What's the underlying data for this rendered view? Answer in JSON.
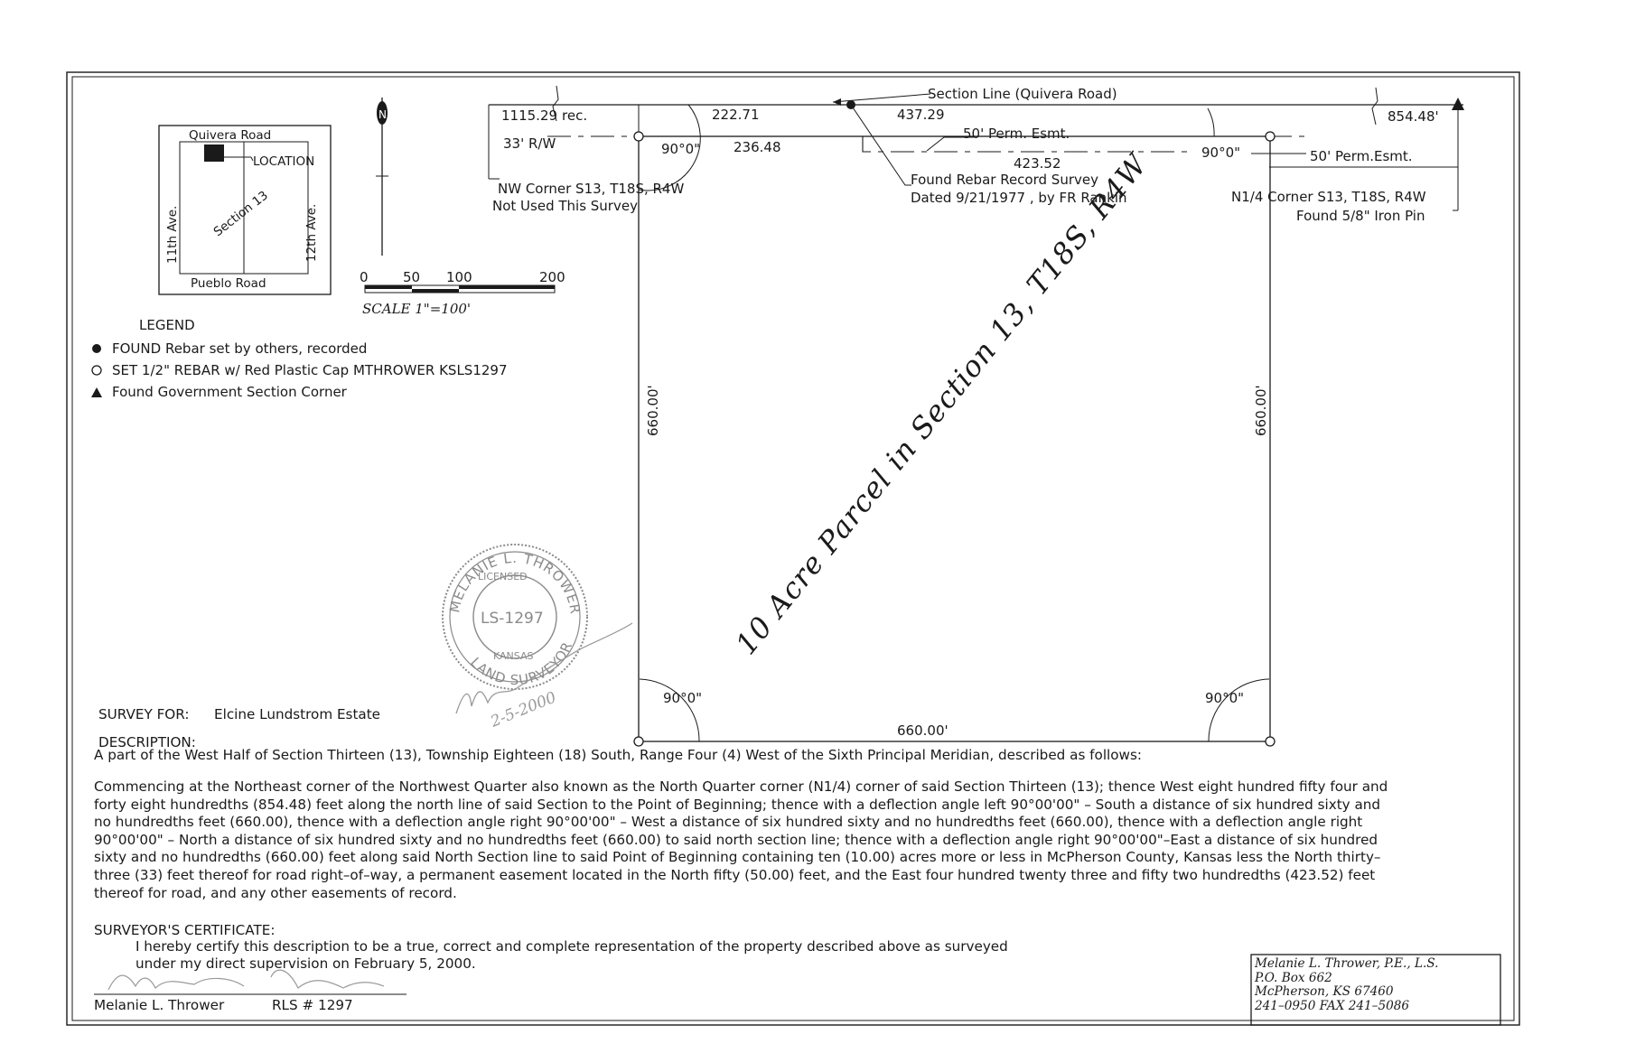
{
  "plat": {
    "labels": {
      "section_line": "Section Line (Quivera Road)",
      "rec_dist": "1115.29",
      "rec_suffix": "rec.",
      "row": "33' R/W",
      "dist_222": "222.71",
      "dist_437": "437.29",
      "dist_236": "236.48",
      "dist_423": "423.52",
      "dist_854": "854.48'",
      "perm_esmt_mid": "50' Perm. Esmt.",
      "perm_esmt_right": "50' Perm.Esmt.",
      "angle_nw": "90°0\"",
      "angle_ne": "90°0\"",
      "angle_sw": "90°0\"",
      "angle_se": "90°0\"",
      "west_side": "660.00'",
      "east_side": "660.00'",
      "south_side": "660.00'",
      "nw_corner_1": "NW Corner S13, T18S, R4W",
      "nw_corner_2": "Not Used This Survey",
      "found_rebar_1": "Found Rebar Record Survey",
      "found_rebar_2": "Dated 9/21/1977 , by FR Rankin",
      "n14_corner_1": "N1/4 Corner S13, T18S, R4W",
      "n14_corner_2": "Found 5/8\" Iron Pin",
      "parcel_title": "10 Acre Parcel in Section 13, T18S, R4W"
    },
    "location_map": {
      "north_road": "Quivera Road",
      "south_road": "Pueblo Road",
      "west_road": "11th Ave.",
      "east_road": "12th Ave.",
      "section": "Section 13",
      "location_tag": "LOCATION"
    },
    "scale": {
      "ticks": [
        "0",
        "50",
        "100",
        "200"
      ],
      "text": "SCALE 1\"=100'"
    },
    "legend": {
      "title": "LEGEND",
      "items": [
        "FOUND Rebar set by others, recorded",
        "SET 1/2\" REBAR w/ Red Plastic Cap MTHROWER KSLS1297",
        "Found Government Section Corner"
      ]
    },
    "seal": {
      "top_arc": "MELANIE L. THROWER",
      "licensed": "LICENSED",
      "number": "LS-1297",
      "state": "KANSAS",
      "bottom_arc": "LAND SURVEYOR",
      "signature_date": "2-5-2000"
    },
    "colors": {
      "ink": "#1a1a1a",
      "seal": "#8a8a8a",
      "signature": "#9a9a9a"
    }
  },
  "survey_for": {
    "label": "SURVEY FOR:",
    "value": "Elcine Lundstrom Estate"
  },
  "description": {
    "heading": "DESCRIPTION:",
    "first_line": "A part of the West Half of Section Thirteen (13), Township Eighteen (18) South, Range Four (4) West of the Sixth Principal Meridian, described as follows:",
    "body": "Commencing at the Northeast corner of the Northwest Quarter also known as the North Quarter corner (N1/4) corner of said Section Thirteen (13); thence West eight hundred fifty four and forty eight hundredths (854.48) feet along the north line of said Section to the Point of Beginning; thence with a deflection angle left 90°00'00\" – South a distance of six hundred sixty and no hundredths feet (660.00), thence with a deflection angle right 90°00'00\" – West a distance of six hundred sixty and no hundredths feet (660.00), thence with a deflection angle right 90°00'00\" – North a distance of six hundred sixty and no hundredths feet (660.00) to said north section line; thence with a deflection angle right 90°00'00\"–East a distance of six hundred sixty and no hundredths (660.00) feet along said North Section line to said Point of Beginning containing ten (10.00) acres more or less in McPherson County, Kansas less the North thirty–three (33) feet thereof for road right–of–way, a permanent easement located in the North fifty (50.00) feet, and the East four hundred twenty three and fifty two hundredths (423.52) feet thereof for road, and any other easements of record."
  },
  "certificate": {
    "heading": "SURVEYOR'S CERTIFICATE:",
    "text": "I hereby certify this description to be a true, correct and complete representation of the property described above as surveyed under my direct supervision on February 5, 2000.",
    "name": "Melanie L. Thrower",
    "rls": "RLS # 1297"
  },
  "contact": {
    "line1": "Melanie L. Thrower, P.E., L.S.",
    "line2": "P.O. Box 662",
    "line3": "McPherson, KS  67460",
    "line4": "241–0950 FAX 241–5086"
  }
}
